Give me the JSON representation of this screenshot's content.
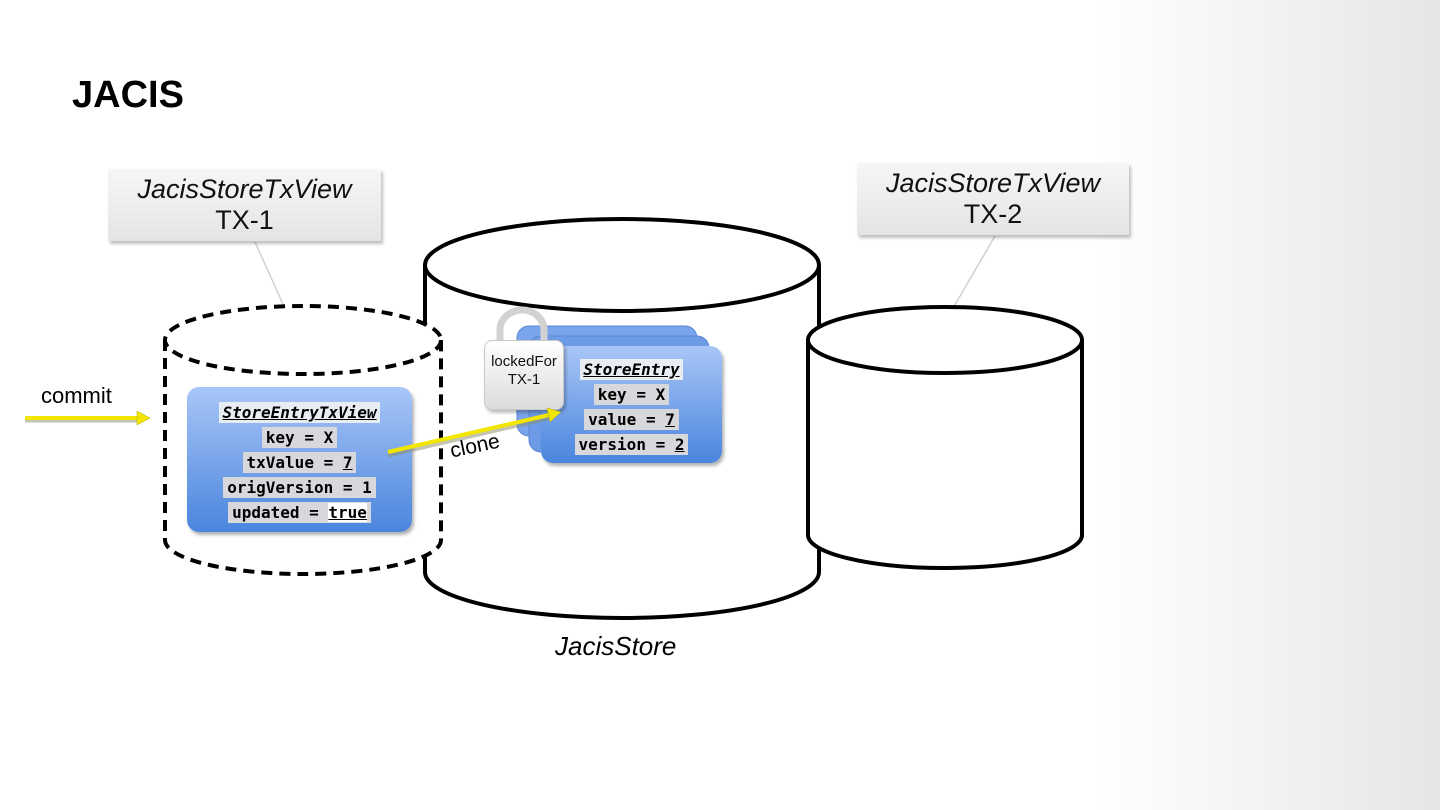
{
  "title": "JACIS",
  "tx1_callout": {
    "line1": "JacisStoreTxView",
    "line2": "TX-1"
  },
  "tx2_callout": {
    "line1": "JacisStoreTxView",
    "line2": "TX-2"
  },
  "commit_label": "commit",
  "clone_label": "clone",
  "store_label": "JacisStore",
  "lock": {
    "line1": "lockedFor",
    "line2": "TX-1"
  },
  "tx_entry": {
    "header": "StoreEntryTxView",
    "key_label": "key = ",
    "key_value": "X",
    "txvalue_label": "txValue = ",
    "txvalue_value": "7",
    "origversion_label": "origVersion = ",
    "origversion_value": "1",
    "updated_label": "updated = ",
    "updated_value": "true"
  },
  "store_entry": {
    "header": "StoreEntry",
    "key_label": "key = ",
    "key_value": "X",
    "value_label": "value = ",
    "value_value": "7",
    "version_label": "version = ",
    "version_value": "2"
  },
  "colors": {
    "arrow": "#f2e600",
    "card_top": "#a9c6f7",
    "card_bottom": "#4a85dd"
  }
}
